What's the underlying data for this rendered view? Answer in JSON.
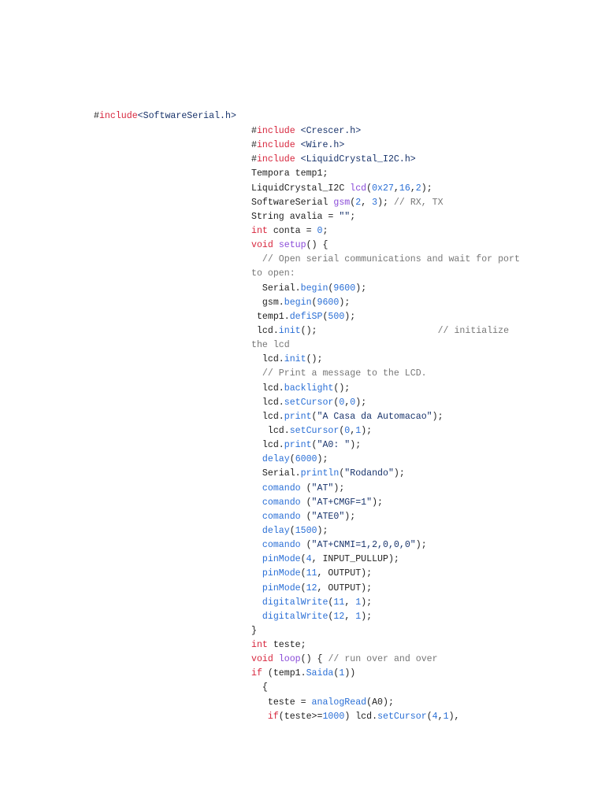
{
  "first_line": [
    {
      "t": "#",
      "c": "pl"
    },
    {
      "t": "include",
      "c": "kw"
    },
    {
      "t": "<SoftwareSerial.h>",
      "c": "inc"
    }
  ],
  "lines": [
    [
      {
        "t": "#",
        "c": "pl"
      },
      {
        "t": "include",
        "c": "kw"
      },
      {
        "t": " <Crescer.h>",
        "c": "inc"
      }
    ],
    [
      {
        "t": "#",
        "c": "pl"
      },
      {
        "t": "include",
        "c": "kw"
      },
      {
        "t": " <Wire.h>",
        "c": "inc"
      }
    ],
    [
      {
        "t": "#",
        "c": "pl"
      },
      {
        "t": "include",
        "c": "kw"
      },
      {
        "t": " <LiquidCrystal_I2C.h>",
        "c": "inc"
      }
    ],
    [
      {
        "t": "Tempora temp1;",
        "c": "pl"
      }
    ],
    [
      {
        "t": "LiquidCrystal_I2C ",
        "c": "pl"
      },
      {
        "t": "lcd",
        "c": "fn2"
      },
      {
        "t": "(",
        "c": "pl"
      },
      {
        "t": "0x27",
        "c": "num"
      },
      {
        "t": ",",
        "c": "pl"
      },
      {
        "t": "16",
        "c": "num"
      },
      {
        "t": ",",
        "c": "pl"
      },
      {
        "t": "2",
        "c": "num"
      },
      {
        "t": ");",
        "c": "pl"
      }
    ],
    [
      {
        "t": "SoftwareSerial ",
        "c": "pl"
      },
      {
        "t": "gsm",
        "c": "fn2"
      },
      {
        "t": "(",
        "c": "pl"
      },
      {
        "t": "2",
        "c": "num"
      },
      {
        "t": ", ",
        "c": "pl"
      },
      {
        "t": "3",
        "c": "num"
      },
      {
        "t": "); ",
        "c": "pl"
      },
      {
        "t": "// RX, TX",
        "c": "cm"
      }
    ],
    [
      {
        "t": "String avalia = ",
        "c": "pl"
      },
      {
        "t": "\"\"",
        "c": "str"
      },
      {
        "t": ";",
        "c": "pl"
      }
    ],
    [
      {
        "t": "int",
        "c": "kw"
      },
      {
        "t": " conta = ",
        "c": "pl"
      },
      {
        "t": "0",
        "c": "num"
      },
      {
        "t": ";",
        "c": "pl"
      }
    ],
    [
      {
        "t": "void",
        "c": "kw"
      },
      {
        "t": " ",
        "c": "pl"
      },
      {
        "t": "setup",
        "c": "fn2"
      },
      {
        "t": "() {",
        "c": "pl"
      }
    ],
    [
      {
        "t": "  // Open serial communications and wait for port",
        "c": "cm"
      }
    ],
    [
      {
        "t": "to open:",
        "c": "cm"
      }
    ],
    [
      {
        "t": "  Serial.",
        "c": "pl"
      },
      {
        "t": "begin",
        "c": "fn"
      },
      {
        "t": "(",
        "c": "pl"
      },
      {
        "t": "9600",
        "c": "num"
      },
      {
        "t": ");",
        "c": "pl"
      }
    ],
    [
      {
        "t": "  gsm.",
        "c": "pl"
      },
      {
        "t": "begin",
        "c": "fn"
      },
      {
        "t": "(",
        "c": "pl"
      },
      {
        "t": "9600",
        "c": "num"
      },
      {
        "t": ");",
        "c": "pl"
      }
    ],
    [
      {
        "t": " temp1.",
        "c": "pl"
      },
      {
        "t": "defiSP",
        "c": "fn"
      },
      {
        "t": "(",
        "c": "pl"
      },
      {
        "t": "500",
        "c": "num"
      },
      {
        "t": ");",
        "c": "pl"
      }
    ],
    [
      {
        "t": " lcd.",
        "c": "pl"
      },
      {
        "t": "init",
        "c": "fn"
      },
      {
        "t": "();                      ",
        "c": "pl"
      },
      {
        "t": "// initialize",
        "c": "cm"
      }
    ],
    [
      {
        "t": "the lcd",
        "c": "cm"
      }
    ],
    [
      {
        "t": "  lcd.",
        "c": "pl"
      },
      {
        "t": "init",
        "c": "fn"
      },
      {
        "t": "();",
        "c": "pl"
      }
    ],
    [
      {
        "t": "  // Print a message to the LCD.",
        "c": "cm"
      }
    ],
    [
      {
        "t": "  lcd.",
        "c": "pl"
      },
      {
        "t": "backlight",
        "c": "fn"
      },
      {
        "t": "();",
        "c": "pl"
      }
    ],
    [
      {
        "t": "  lcd.",
        "c": "pl"
      },
      {
        "t": "setCursor",
        "c": "fn"
      },
      {
        "t": "(",
        "c": "pl"
      },
      {
        "t": "0",
        "c": "num"
      },
      {
        "t": ",",
        "c": "pl"
      },
      {
        "t": "0",
        "c": "num"
      },
      {
        "t": ");",
        "c": "pl"
      }
    ],
    [
      {
        "t": "  lcd.",
        "c": "pl"
      },
      {
        "t": "print",
        "c": "fn"
      },
      {
        "t": "(",
        "c": "pl"
      },
      {
        "t": "\"A Casa da Automacao\"",
        "c": "str"
      },
      {
        "t": ");",
        "c": "pl"
      }
    ],
    [
      {
        "t": "   lcd.",
        "c": "pl"
      },
      {
        "t": "setCursor",
        "c": "fn"
      },
      {
        "t": "(",
        "c": "pl"
      },
      {
        "t": "0",
        "c": "num"
      },
      {
        "t": ",",
        "c": "pl"
      },
      {
        "t": "1",
        "c": "num"
      },
      {
        "t": ");",
        "c": "pl"
      }
    ],
    [
      {
        "t": "  lcd.",
        "c": "pl"
      },
      {
        "t": "print",
        "c": "fn"
      },
      {
        "t": "(",
        "c": "pl"
      },
      {
        "t": "\"A0: \"",
        "c": "str"
      },
      {
        "t": ");",
        "c": "pl"
      }
    ],
    [
      {
        "t": "  ",
        "c": "pl"
      },
      {
        "t": "delay",
        "c": "fn"
      },
      {
        "t": "(",
        "c": "pl"
      },
      {
        "t": "6000",
        "c": "num"
      },
      {
        "t": ");",
        "c": "pl"
      }
    ],
    [
      {
        "t": "  Serial.",
        "c": "pl"
      },
      {
        "t": "println",
        "c": "fn"
      },
      {
        "t": "(",
        "c": "pl"
      },
      {
        "t": "\"Rodando\"",
        "c": "str"
      },
      {
        "t": ");",
        "c": "pl"
      }
    ],
    [
      {
        "t": "  ",
        "c": "pl"
      },
      {
        "t": "comando",
        "c": "fn"
      },
      {
        "t": " (",
        "c": "pl"
      },
      {
        "t": "\"AT\"",
        "c": "str"
      },
      {
        "t": ");",
        "c": "pl"
      }
    ],
    [
      {
        "t": "  ",
        "c": "pl"
      },
      {
        "t": "comando",
        "c": "fn"
      },
      {
        "t": " (",
        "c": "pl"
      },
      {
        "t": "\"AT+CMGF=1\"",
        "c": "str"
      },
      {
        "t": ");",
        "c": "pl"
      }
    ],
    [
      {
        "t": "  ",
        "c": "pl"
      },
      {
        "t": "comando",
        "c": "fn"
      },
      {
        "t": " (",
        "c": "pl"
      },
      {
        "t": "\"ATE0\"",
        "c": "str"
      },
      {
        "t": ");",
        "c": "pl"
      }
    ],
    [
      {
        "t": "  ",
        "c": "pl"
      },
      {
        "t": "delay",
        "c": "fn"
      },
      {
        "t": "(",
        "c": "pl"
      },
      {
        "t": "1500",
        "c": "num"
      },
      {
        "t": ");",
        "c": "pl"
      }
    ],
    [
      {
        "t": "  ",
        "c": "pl"
      },
      {
        "t": "comando",
        "c": "fn"
      },
      {
        "t": " (",
        "c": "pl"
      },
      {
        "t": "\"AT+CNMI=1,2,0,0,0\"",
        "c": "str"
      },
      {
        "t": ");",
        "c": "pl"
      }
    ],
    [
      {
        "t": "  ",
        "c": "pl"
      },
      {
        "t": "pinMode",
        "c": "fn"
      },
      {
        "t": "(",
        "c": "pl"
      },
      {
        "t": "4",
        "c": "num"
      },
      {
        "t": ", INPUT_PULLUP);",
        "c": "pl"
      }
    ],
    [
      {
        "t": "  ",
        "c": "pl"
      },
      {
        "t": "pinMode",
        "c": "fn"
      },
      {
        "t": "(",
        "c": "pl"
      },
      {
        "t": "11",
        "c": "num"
      },
      {
        "t": ", OUTPUT);",
        "c": "pl"
      }
    ],
    [
      {
        "t": "  ",
        "c": "pl"
      },
      {
        "t": "pinMode",
        "c": "fn"
      },
      {
        "t": "(",
        "c": "pl"
      },
      {
        "t": "12",
        "c": "num"
      },
      {
        "t": ", OUTPUT);",
        "c": "pl"
      }
    ],
    [
      {
        "t": "  ",
        "c": "pl"
      },
      {
        "t": "digitalWrite",
        "c": "fn"
      },
      {
        "t": "(",
        "c": "pl"
      },
      {
        "t": "11",
        "c": "num"
      },
      {
        "t": ", ",
        "c": "pl"
      },
      {
        "t": "1",
        "c": "num"
      },
      {
        "t": ");",
        "c": "pl"
      }
    ],
    [
      {
        "t": "  ",
        "c": "pl"
      },
      {
        "t": "digitalWrite",
        "c": "fn"
      },
      {
        "t": "(",
        "c": "pl"
      },
      {
        "t": "12",
        "c": "num"
      },
      {
        "t": ", ",
        "c": "pl"
      },
      {
        "t": "1",
        "c": "num"
      },
      {
        "t": ");",
        "c": "pl"
      }
    ],
    [
      {
        "t": "}",
        "c": "pl"
      }
    ],
    [
      {
        "t": "int",
        "c": "kw"
      },
      {
        "t": " teste;",
        "c": "pl"
      }
    ],
    [
      {
        "t": "void",
        "c": "kw"
      },
      {
        "t": " ",
        "c": "pl"
      },
      {
        "t": "loop",
        "c": "fn2"
      },
      {
        "t": "() { ",
        "c": "pl"
      },
      {
        "t": "// run over and over",
        "c": "cm"
      }
    ],
    [
      {
        "t": "if",
        "c": "kw"
      },
      {
        "t": " (temp1.",
        "c": "pl"
      },
      {
        "t": "Saida",
        "c": "fn"
      },
      {
        "t": "(",
        "c": "pl"
      },
      {
        "t": "1",
        "c": "num"
      },
      {
        "t": "))",
        "c": "pl"
      }
    ],
    [
      {
        "t": "  {",
        "c": "pl"
      }
    ],
    [
      {
        "t": "   teste = ",
        "c": "pl"
      },
      {
        "t": "analogRead",
        "c": "fn"
      },
      {
        "t": "(A0);",
        "c": "pl"
      }
    ],
    [
      {
        "t": "   ",
        "c": "pl"
      },
      {
        "t": "if",
        "c": "kw"
      },
      {
        "t": "(teste>=",
        "c": "pl"
      },
      {
        "t": "1000",
        "c": "num"
      },
      {
        "t": ") lcd.",
        "c": "pl"
      },
      {
        "t": "setCursor",
        "c": "fn"
      },
      {
        "t": "(",
        "c": "pl"
      },
      {
        "t": "4",
        "c": "num"
      },
      {
        "t": ",",
        "c": "pl"
      },
      {
        "t": "1",
        "c": "num"
      },
      {
        "t": "),",
        "c": "pl"
      }
    ]
  ]
}
